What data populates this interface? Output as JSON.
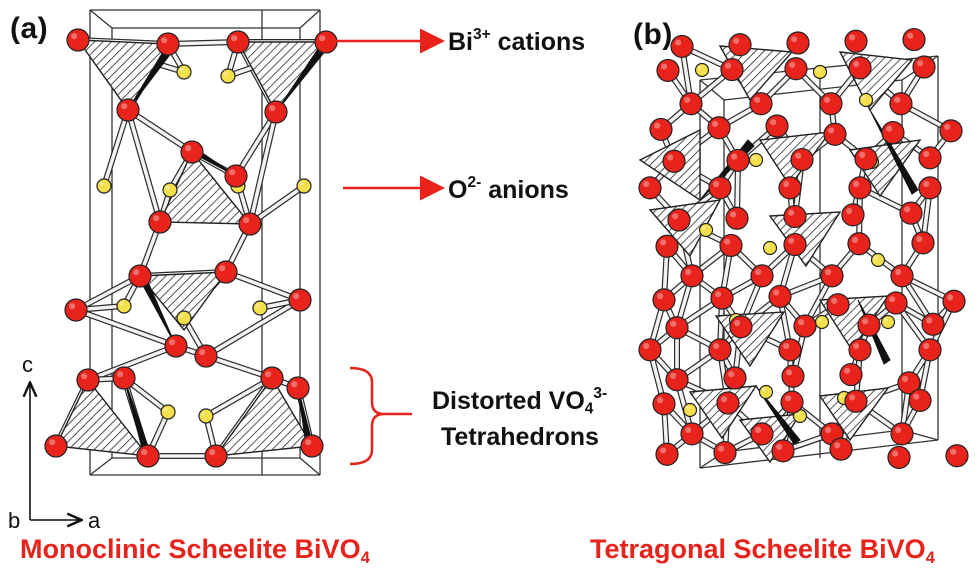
{
  "panels": {
    "a": {
      "label": "(a)",
      "caption": {
        "main": "Monoclinic Scheelite BiVO",
        "sub": "4"
      }
    },
    "b": {
      "label": "(b)",
      "caption": {
        "main": "Tetragonal Scheelite BiVO",
        "sub": "4"
      }
    }
  },
  "annotations": {
    "bi": {
      "main": "Bi",
      "sup": "3+",
      "rest": " cations"
    },
    "o": {
      "main": "O",
      "sup": "2-",
      "rest": " anions"
    },
    "tetra": {
      "line1_main": "Distorted VO",
      "line1_sub": "4",
      "line1_sup": "3-",
      "line2": "Tetrahedrons"
    }
  },
  "axes": {
    "c": "c",
    "b": "b",
    "a": "a"
  },
  "colors": {
    "bismuth_atom": "#e8231c",
    "vanadium_atom": "#f4e04d",
    "annotation_arrow": "#e8231c",
    "caption_text": "#e8231c",
    "bond": "#6f6f6f"
  },
  "icons": {
    "bi_arrow": "arrow-right-icon",
    "o_arrow": "arrow-right-icon",
    "tetra_brace": "curly-brace-icon",
    "axis_c": "arrow-up-icon",
    "axis_a": "arrow-right-icon"
  }
}
